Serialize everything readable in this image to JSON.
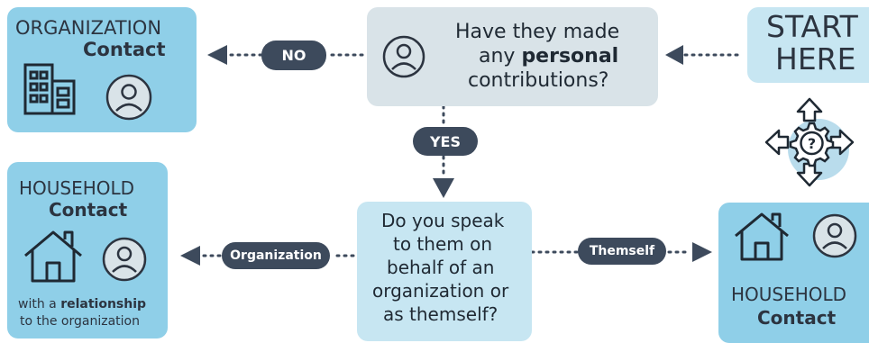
{
  "start": {
    "line1": "START",
    "line2": "HERE"
  },
  "question1": {
    "line1": "Have they made",
    "line2_pre": "any ",
    "line2_bold": "personal",
    "line3": "contributions?"
  },
  "org_contact": {
    "line1": "ORGANIZATION",
    "line2": "Contact"
  },
  "question2": {
    "lines": [
      "Do you speak",
      "to them on",
      "behalf of an",
      "organization or",
      "as themself?"
    ]
  },
  "household_left": {
    "line1": "HOUSEHOLD",
    "line2": "Contact",
    "note_pre": "with a ",
    "note_bold": "relationship",
    "note_line2": "to the organization"
  },
  "household_right": {
    "line1": "HOUSEHOLD",
    "line2": "Contact"
  },
  "labels": {
    "no": "NO",
    "yes": "YES",
    "organization": "Organization",
    "themself": "Themself"
  },
  "colors": {
    "box_blue": "#8fcfe8",
    "box_light": "#c7e6f2",
    "box_grey": "#d9e3e8",
    "dark": "#3d4a5c"
  }
}
